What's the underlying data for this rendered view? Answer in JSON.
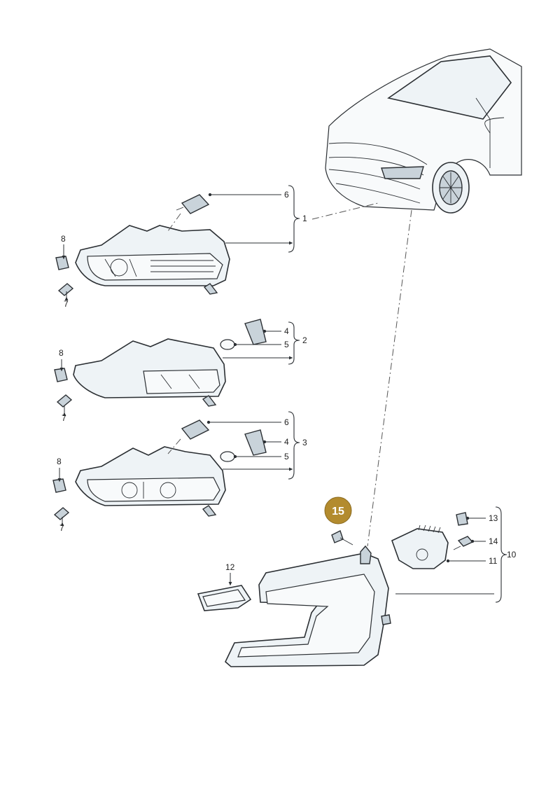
{
  "diagram": {
    "callouts": {
      "c1": "1",
      "c2": "2",
      "c3": "3",
      "c4a": "4",
      "c4b": "4",
      "c5a": "5",
      "c5b": "5",
      "c6a": "6",
      "c6b": "6",
      "c7a": "7",
      "c7b": "7",
      "c7c": "7",
      "c8a": "8",
      "c8b": "8",
      "c8c": "8",
      "c10": "10",
      "c11": "11",
      "c12": "12",
      "c13": "13",
      "c14": "14"
    },
    "highlight": {
      "label": "15",
      "color": "#b38b2e"
    }
  }
}
